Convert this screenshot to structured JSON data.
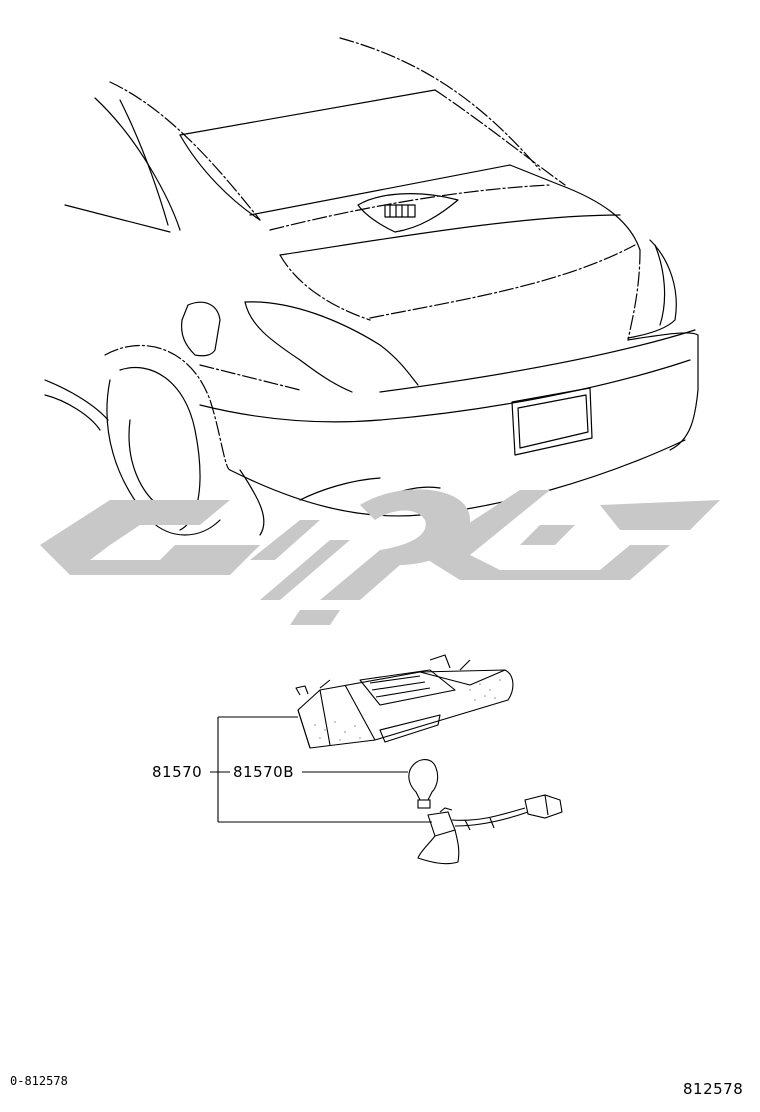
{
  "callouts": {
    "assembly_part": "81570",
    "bulb_part": "81570B"
  },
  "footer": {
    "left_code": "0-812578",
    "right_code": "812578"
  },
  "watermark": {
    "text": "تویوتا",
    "color": "#c8c8c8"
  },
  "colors": {
    "line": "#000000",
    "watermark": "#c8c8c8"
  }
}
